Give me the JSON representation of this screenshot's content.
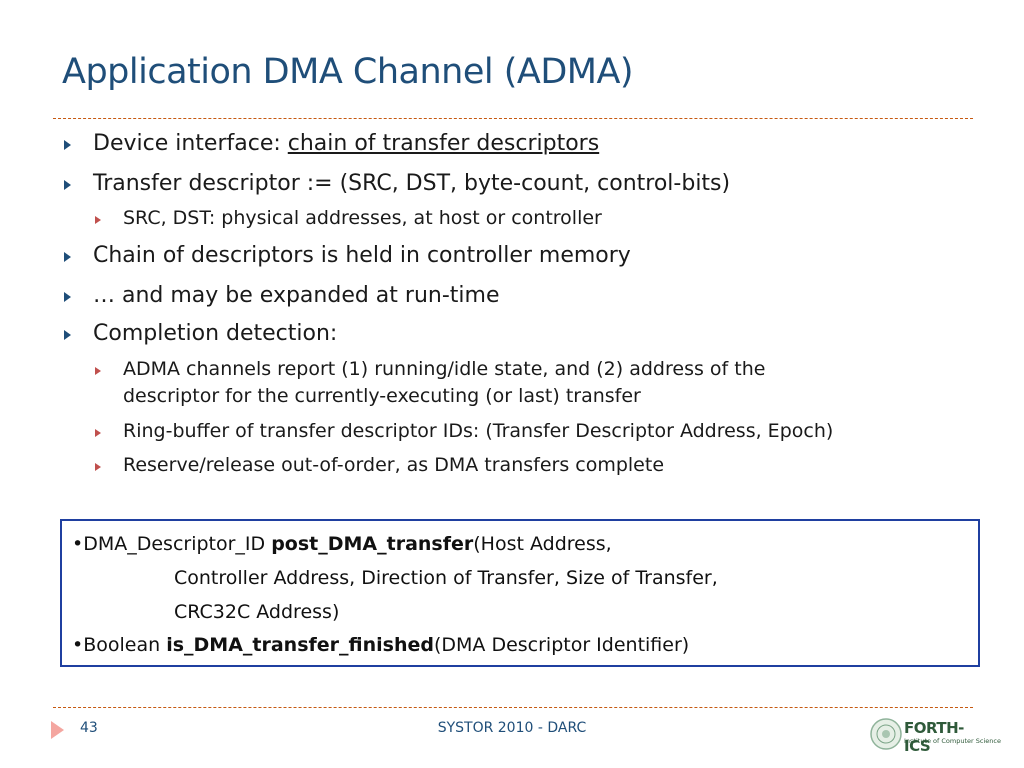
{
  "slide": {
    "title": "Application DMA Channel (ADMA)"
  },
  "bullets": [
    {
      "prefix": "Device interface:  ",
      "underlined": "chain of transfer descriptors"
    },
    {
      "text": "Transfer descriptor := (SRC, DST, byte-count, control-bits)"
    },
    {
      "text": "SRC, DST: physical addresses, at host or controller"
    },
    {
      "text": "Chain of descriptors is held in controller memory"
    },
    {
      "text": "… and may be expanded at run-time"
    },
    {
      "text": "Completion detection:"
    },
    {
      "text": "ADMA channels report (1) running/idle state, and (2) address of the"
    },
    {
      "text": "descriptor for the currently-executing (or last) transfer"
    },
    {
      "text": "Ring-buffer of transfer descriptor IDs: (Transfer Descriptor Address, Epoch)"
    },
    {
      "text": "Reserve/release out-of-order, as DMA transfers complete"
    }
  ],
  "api": {
    "line1_pre": "•DMA_Descriptor_ID ",
    "line1_bold": "post_DMA_transfer",
    "line1_post": "(Host Address,",
    "line2": "Controller Address, Direction of Transfer, Size of Transfer,",
    "line3": "CRC32C Address)",
    "line4_pre": "•Boolean ",
    "line4_bold": "is_DMA_transfer_finished",
    "line4_post": "(DMA Descriptor Identifier)"
  },
  "footer": {
    "page_number": "43",
    "center_text": "SYSTOR 2010 - DARC",
    "logo_title": "FORTH-ICS",
    "logo_subtitle": "Institute of Computer Science"
  },
  "colors": {
    "title": "#1f4e79",
    "rule": "#c65911",
    "box_border": "#1f3fa0",
    "sub_arrow": "#c0504d"
  }
}
